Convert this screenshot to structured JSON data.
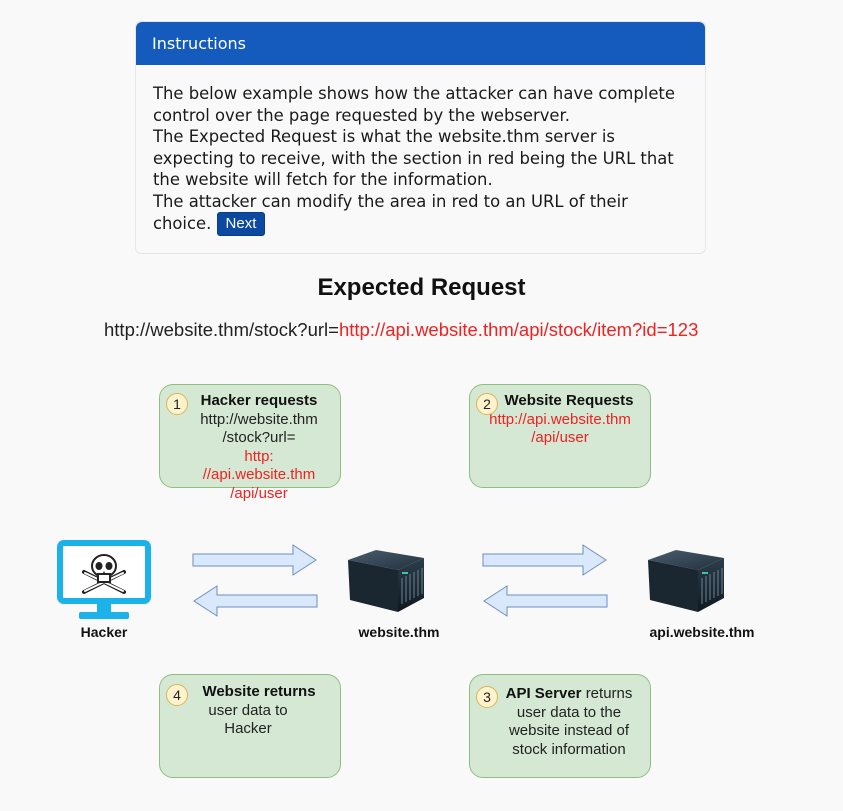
{
  "instructions": {
    "header": "Instructions",
    "lines": [
      "The below example shows how the attacker can have complete control over the page requested by the webserver.",
      "The Expected Request is what the website.thm server is expecting to receive, with the section in red being the URL that the website will fetch for the information.",
      "The attacker can modify the area in red to an URL of their choice."
    ],
    "next_label": "Next"
  },
  "diagram": {
    "title": "Expected Request",
    "url_prefix": "http://website.thm/stock?url=",
    "url_red": "http://api.website.thm/api/stock/item?id=123",
    "nodes": {
      "hacker": "Hacker",
      "website": "website.thm",
      "api": "api.website.thm"
    },
    "steps": [
      {
        "number": "1",
        "title": "Hacker requests",
        "text_black": "http://website.thm /stock?url=",
        "text_red": "http: //api.website.thm /api/user"
      },
      {
        "number": "2",
        "title": "Website Requests",
        "text_red": "http://api.website.thm /api/user"
      },
      {
        "number": "3",
        "title": "API Server",
        "text": "returns user data to the website instead of stock information"
      },
      {
        "number": "4",
        "title": "Website returns",
        "text": "user data to Hacker"
      }
    ],
    "colors": {
      "box_fill": "#d5e8d4",
      "box_border": "#8fbf7f",
      "badge_fill": "#fff2cc",
      "arrow_fill": "#dae8fc",
      "arrow_stroke": "#6c8ebf",
      "monitor": "#1ab2e8",
      "red_text": "#ee2222",
      "header_blue": "#155bbd"
    }
  }
}
